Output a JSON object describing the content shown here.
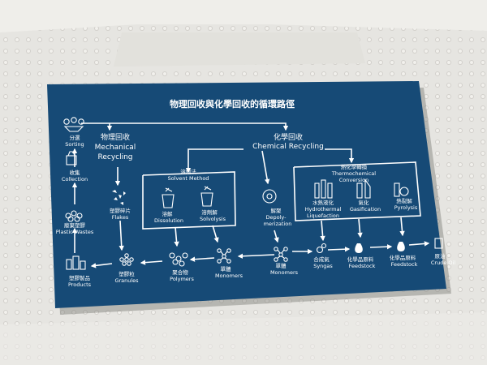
{
  "title": "物理回收與化學回收的循環路徑",
  "colors": {
    "board": "#164a76",
    "foam": "#e9e8e4",
    "line": "#ffffff"
  },
  "mechanical": {
    "zh": "物理回收",
    "en1": "Mechanical",
    "en2": "Recycling"
  },
  "chemical": {
    "zh": "化學回收",
    "en": "Chemical Recycling"
  },
  "solvent": {
    "zh": "溶劑法",
    "en": "Solvent Method"
  },
  "thermo": {
    "zh": "熱化學轉換",
    "en1": "Thermochemical",
    "en2": "Conversion"
  },
  "nodes": {
    "sorting": {
      "zh": "分選",
      "en": "Sorting"
    },
    "collection": {
      "zh": "收集",
      "en": "Collection"
    },
    "waste": {
      "zh": "廢棄塑膠",
      "en": "Plastic Wastes"
    },
    "products": {
      "zh": "塑膠製品",
      "en": "Products"
    },
    "flakes": {
      "zh": "塑膠碎片",
      "en": "Flakes"
    },
    "granules": {
      "zh": "塑膠粒",
      "en": "Granules"
    },
    "polymers": {
      "zh": "聚合物",
      "en": "Polymers"
    },
    "monomers1": {
      "zh": "單體",
      "en": "Monomers"
    },
    "monomers2": {
      "zh": "單體",
      "en": "Monomers"
    },
    "dissolution": {
      "zh": "溶解",
      "en": "Dissolution"
    },
    "solvolysis": {
      "zh": "溶劑解",
      "en": "Solvolysis"
    },
    "depoly": {
      "zh": "解聚",
      "en1": "Depoly-",
      "en2": "merization"
    },
    "hydro": {
      "zh": "水熱液化",
      "en1": "Hydrothermal",
      "en2": "Liquefaction"
    },
    "gasification": {
      "zh": "氣化",
      "en": "Gasification"
    },
    "pyrolysis": {
      "zh": "熱裂解",
      "en": "Pyrolysis"
    },
    "syngas": {
      "zh": "合成氣",
      "en": "Syngas"
    },
    "feedstock1": {
      "zh": "化學品原料",
      "en": "Feedstock"
    },
    "feedstock2": {
      "zh": "化學品原料",
      "en": "Feedstock"
    },
    "crudeoil": {
      "zh": "原油",
      "en": "Crude Oil"
    }
  }
}
